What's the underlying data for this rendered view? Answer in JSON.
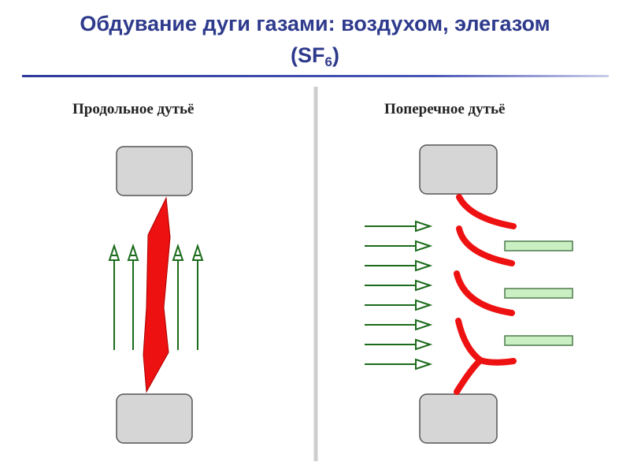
{
  "title": {
    "line1": "Обдувание дуги газами: воздухом, элегазом",
    "line2_prefix": "(SF",
    "line2_sub": "6",
    "line2_suffix": ")"
  },
  "panels": {
    "left": {
      "label": "Продольное дутьё"
    },
    "right": {
      "label": "Поперечное дутьё"
    }
  },
  "colors": {
    "title": "#2e3a8c",
    "arc": "#ee1111",
    "arrow": "#1c6b1c",
    "electrode_fill": "#d6d6d6",
    "electrode_stroke": "#555555",
    "plate_fill": "#c9efc2",
    "plate_stroke": "#4d7a4d"
  }
}
